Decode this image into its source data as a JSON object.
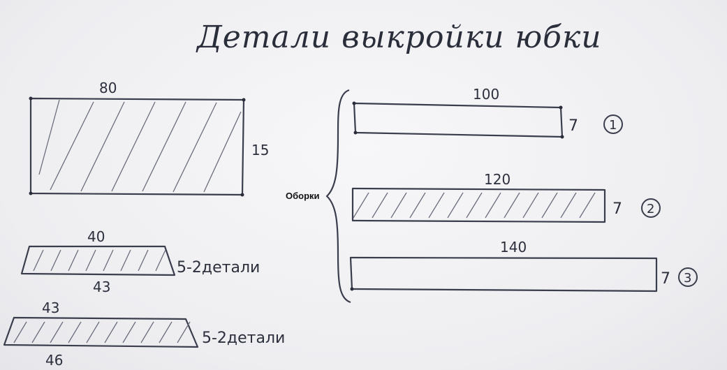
{
  "title": "Детали выкройки юбки",
  "yoke": {
    "width_label": "80",
    "height_label": "15"
  },
  "waistband_upper": {
    "top_label": "40",
    "bottom_label": "43",
    "note": "5-2детали"
  },
  "waistband_lower": {
    "top_label": "43",
    "bottom_label": "46",
    "note": "5-2детали"
  },
  "ruffles": {
    "group_label": "Оборки",
    "items": [
      {
        "length_label": "100",
        "height_label": "7",
        "number": "1"
      },
      {
        "length_label": "120",
        "height_label": "7",
        "number": "2"
      },
      {
        "length_label": "140",
        "height_label": "7",
        "number": "3"
      }
    ]
  }
}
